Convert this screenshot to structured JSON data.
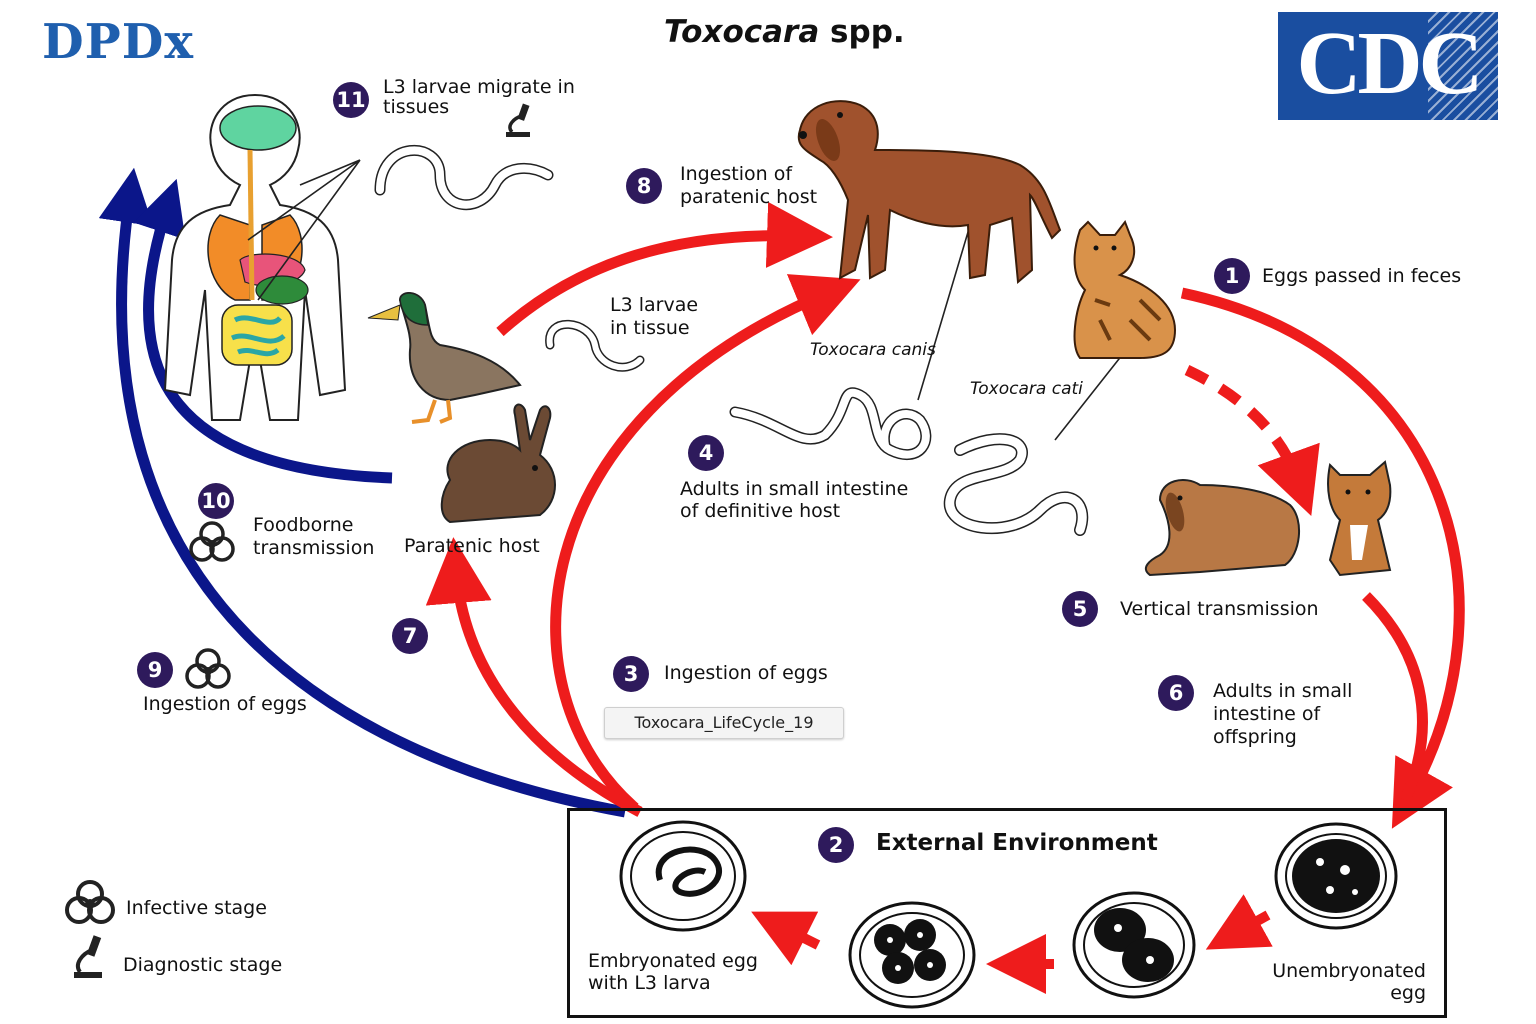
{
  "header": {
    "brand_logo_text": "DPDx",
    "title_genus": "Toxocara",
    "title_suffix": "spp.",
    "cdc_logo_text": "CDC"
  },
  "stages": [
    {
      "number": "1",
      "label": "Eggs passed in feces"
    },
    {
      "number": "2",
      "label": "External Environment"
    },
    {
      "number": "3",
      "label": "Ingestion of eggs"
    },
    {
      "number": "4",
      "label": "Adults in small intestine of definitive host"
    },
    {
      "number": "5",
      "label": "Vertical transmission"
    },
    {
      "number": "6",
      "label": "Adults in small intestine of offspring"
    },
    {
      "number": "7",
      "label": ""
    },
    {
      "number": "8",
      "label": "Ingestion of paratenic host"
    },
    {
      "number": "9",
      "label": "Ingestion of eggs"
    },
    {
      "number": "10",
      "label": "Foodborne transmission"
    },
    {
      "number": "11",
      "label": "L3 larvae migrate in tissues"
    }
  ],
  "labels": {
    "toxocara_canis": "Toxocara canis",
    "toxocara_cati": "Toxocara cati",
    "l3_in_tissue": "L3 larvae in tissue",
    "paratenic_host": "Paratenic host",
    "embryonated_egg": "Embryonated egg with L3 larva",
    "unembryonated_egg": "Unembryonated egg"
  },
  "legend": {
    "infective": "Infective stage",
    "diagnostic": "Diagnostic stage"
  },
  "tooltip": "Toxocara_LifeCycle_19",
  "colors": {
    "arrow_red": "#ee1c1c",
    "arrow_blue": "#0b168a",
    "number_badge": "#2e1a5c",
    "dpdx_blue": "#1f5fae",
    "cdc_blue": "#1a4ea0"
  },
  "icons": [
    "biohazard-icon",
    "microscope-icon"
  ]
}
